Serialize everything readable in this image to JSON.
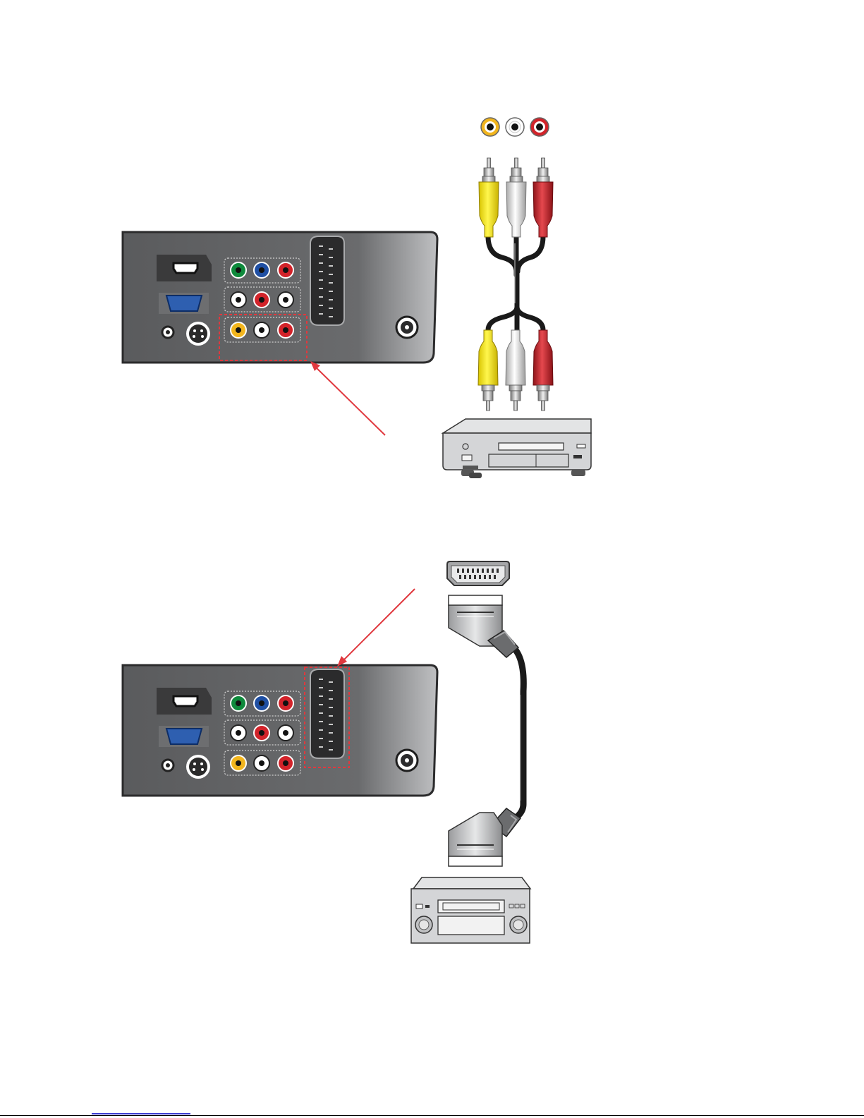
{
  "page": {
    "background": "#ffffff"
  },
  "colors": {
    "panel_face": "#5f6062",
    "panel_edge": "#2b2b2c",
    "jack_green": "#0f8a3c",
    "jack_blue": "#1f4fa3",
    "jack_red": "#d2232a",
    "jack_white": "#ffffff",
    "jack_yellow": "#f2b51d",
    "plug_yellow": "#fff200",
    "plug_white": "#e9e9e9",
    "plug_red": "#c1272d",
    "cable": "#1a1a1a",
    "callout": "#e0383e",
    "vga_blue": "#2e5fb0",
    "device_body": "#cfd0d2"
  },
  "diagrams": [
    {
      "name": "composite-av-connection",
      "panel_ports": [
        "hdmi-port",
        "vga-port",
        "headphone-jack",
        "s-video-port",
        "component-video-jacks",
        "audio-in-jacks",
        "composite-av-jacks",
        "scart-socket",
        "antenna-jack"
      ],
      "highlighted_port": "composite-av-jacks",
      "cable": "rca-composite-av-cable",
      "plug_colors": [
        "yellow",
        "white",
        "red"
      ],
      "device": "vcr-dvd-player-icon"
    },
    {
      "name": "scart-connection",
      "panel_ports": [
        "hdmi-port",
        "vga-port",
        "headphone-jack",
        "s-video-port",
        "component-video-jacks",
        "audio-in-jacks",
        "composite-av-jacks",
        "scart-socket",
        "antenna-jack"
      ],
      "highlighted_port": "scart-socket",
      "cable": "scart-cable",
      "device": "av-receiver-icon"
    }
  ]
}
